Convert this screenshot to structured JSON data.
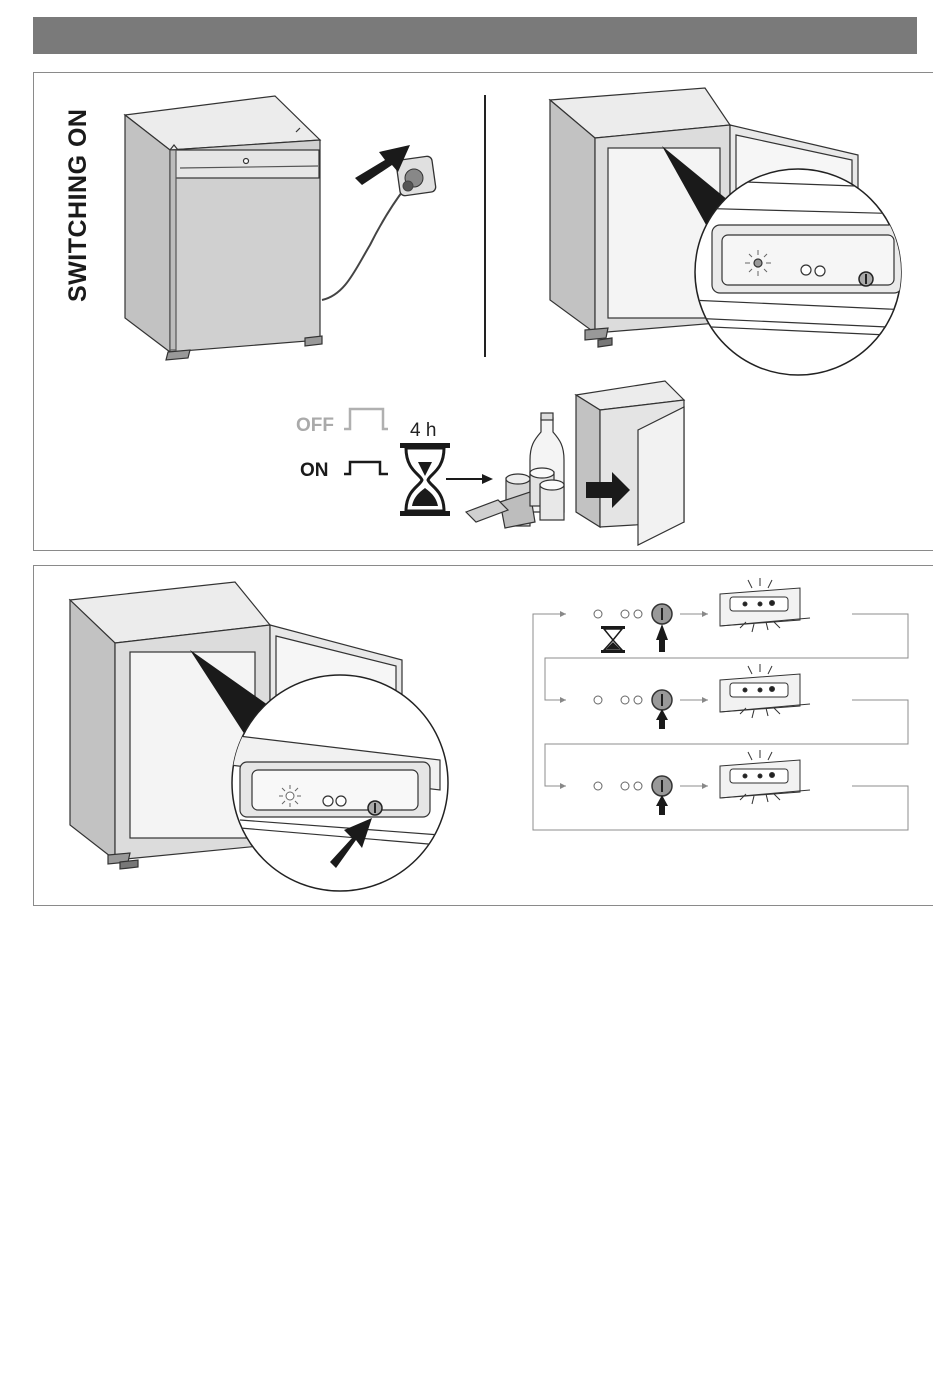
{
  "section": {
    "title": "SWITCHING ON"
  },
  "steps": {
    "off_label": "OFF",
    "on_label": "ON",
    "wait_label": "4 h"
  }
}
